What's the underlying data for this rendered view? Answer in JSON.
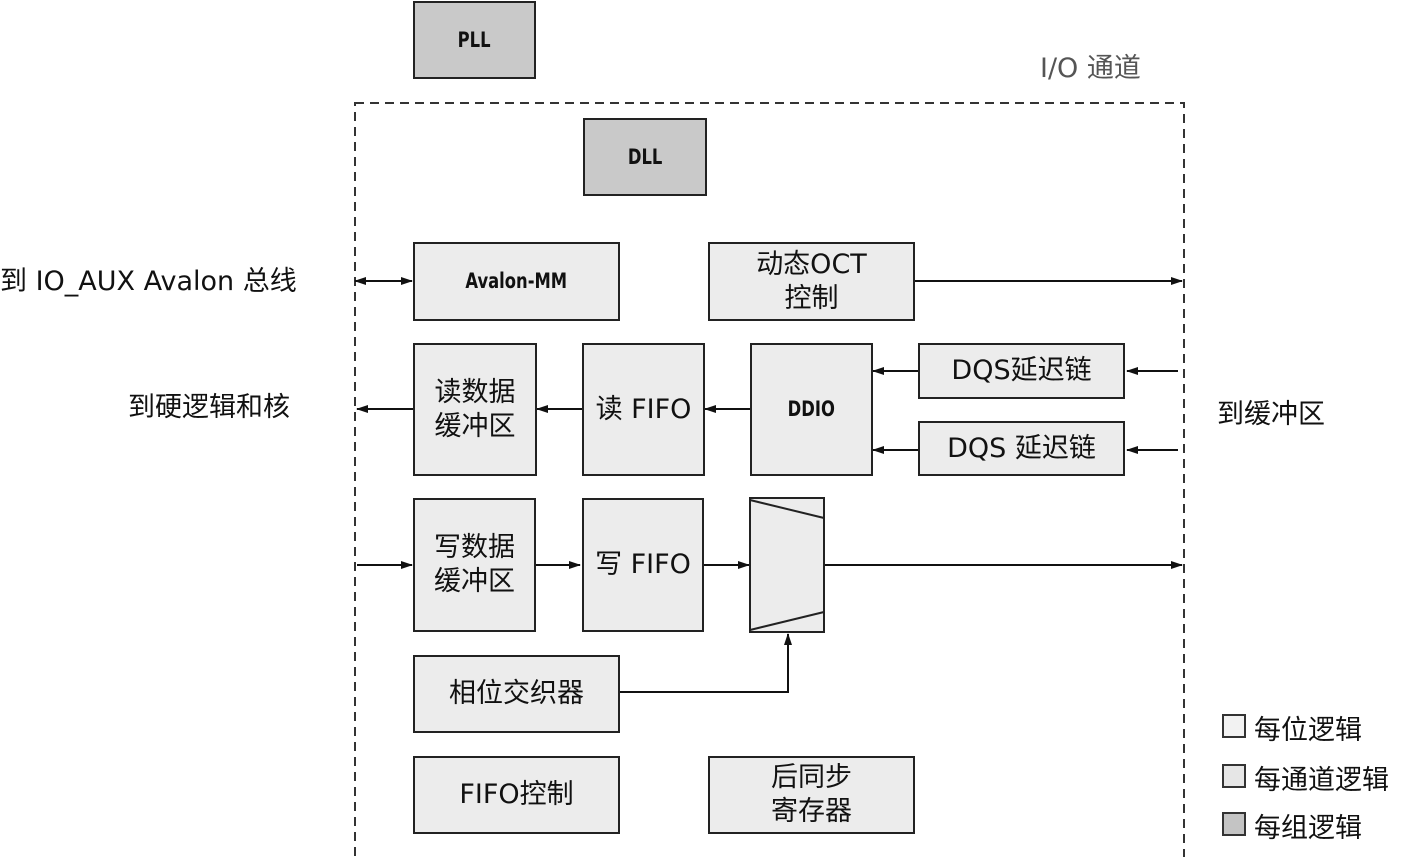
{
  "blocks": {
    "pll": "PLL",
    "dll": "DLL",
    "avalon_mm": "Avalon-MM",
    "dyn_oct_line1": "动态OCT",
    "dyn_oct_line2": "控制",
    "read_buf_line1": "读数据",
    "read_buf_line2": "缓冲区",
    "read_fifo": "读 FIFO",
    "ddio": "DDIO",
    "dqs_delay_1": "DQS延迟链",
    "dqs_delay_2": "DQS 延迟链",
    "write_buf_line1": "写数据",
    "write_buf_line2": "缓冲区",
    "write_fifo": "写 FIFO",
    "phase_aligner": "相位交织器",
    "fifo_ctrl": "FIFO控制",
    "post_sync_line1": "后同步",
    "post_sync_line2": "寄存器"
  },
  "labels": {
    "io_channel": "I/O 通道",
    "to_io_aux": "到 IO_AUX Avalon 总线",
    "to_core": "到硬逻辑和核",
    "to_buffer": "到缓冲区"
  },
  "legend": [
    {
      "label": "每位逻辑",
      "color": "#f2f2f2"
    },
    {
      "label": "每通道逻辑",
      "color": "#e6e6e6"
    },
    {
      "label": "每组逻辑",
      "color": "#c4c4c4"
    }
  ]
}
